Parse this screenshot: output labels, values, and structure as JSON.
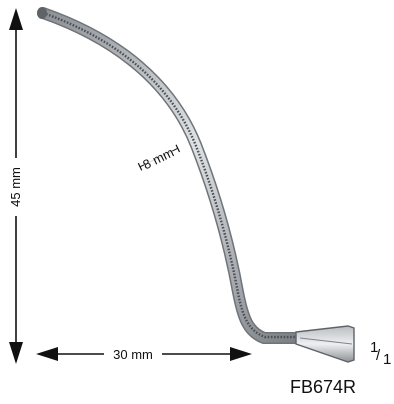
{
  "figure": {
    "height_label": "45 mm",
    "width_label": "30 mm",
    "shaft_label": "8 mm",
    "scale_numerator": "1",
    "scale_denominator": "1",
    "product_code": "FB674R"
  },
  "colors": {
    "instrument_dark": "#6f7479",
    "instrument_light": "#e4e7ea",
    "line": "#111111"
  }
}
